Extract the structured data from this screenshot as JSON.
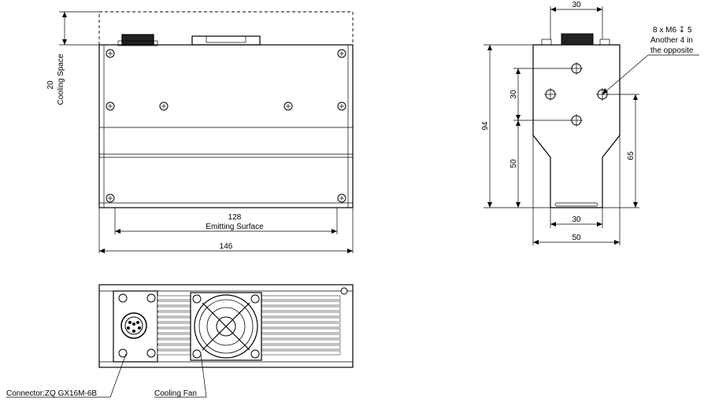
{
  "front_view": {
    "dim_cooling_value": "20",
    "dim_cooling_label": "Cooling Space",
    "dim_emitting_value": "128",
    "dim_emitting_label": "Emitting Surface",
    "dim_total_value": "146"
  },
  "side_view": {
    "dim_top_width": "30",
    "dim_height": "94",
    "dim_hole_spacing": "30",
    "dim_lower_height": "50",
    "dim_right_height": "65",
    "dim_neck_width": "30",
    "dim_base_width": "50",
    "note_line1": "8 x M6 ↧ 5",
    "note_line2": "Another 4 in",
    "note_line3": "the opposite"
  },
  "bottom_view": {
    "connector_label": "Connector:ZQ GX16M-6B",
    "fan_label": "Cooling Fan"
  }
}
